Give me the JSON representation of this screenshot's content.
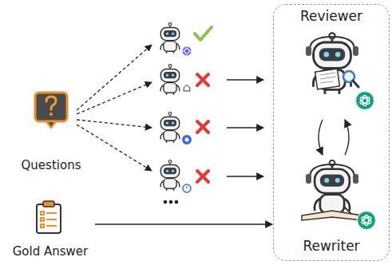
{
  "diagram": {
    "nodes": [
      {
        "text": [
          "Questions"
        ]
      },
      {
        "text": [
          "Gold Answer"
        ]
      },
      {
        "text": [
          "Reviewer",
          "Rewriter"
        ]
      }
    ],
    "edges": [
      {
        "from": 1,
        "to": 2,
        "arrow": "to"
      }
    ]
  }
}
